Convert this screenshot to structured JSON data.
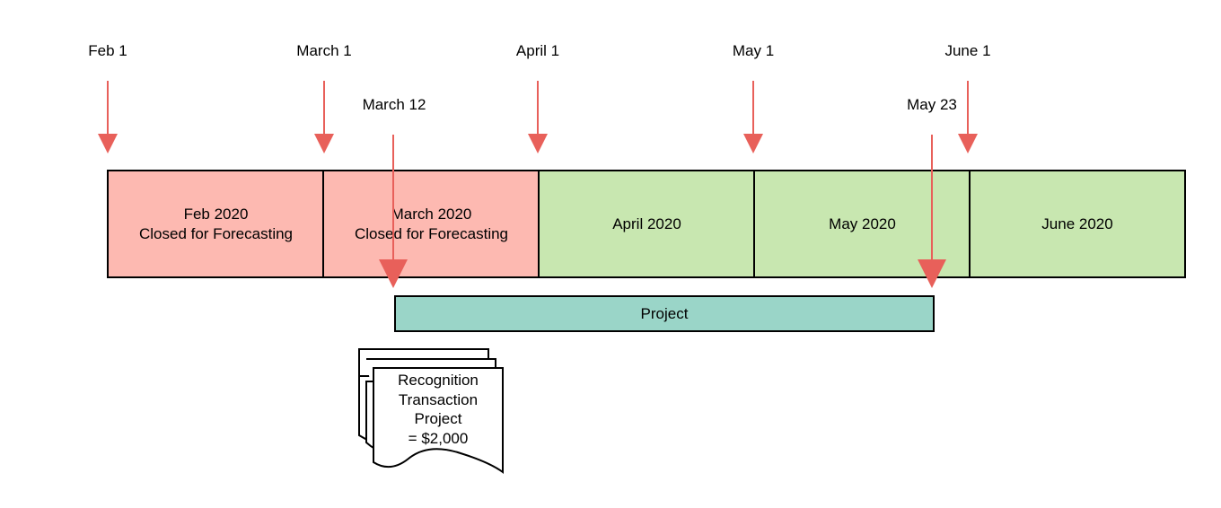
{
  "top_dates": [
    {
      "label": "Feb 1"
    },
    {
      "label": "March 1"
    },
    {
      "label": "April 1"
    },
    {
      "label": "May 1"
    },
    {
      "label": "June 1"
    }
  ],
  "event_dates": [
    {
      "label": "March 12"
    },
    {
      "label": "May 23"
    }
  ],
  "months": [
    {
      "line1": "Feb 2020",
      "line2": "Closed for Forecasting",
      "status": "closed"
    },
    {
      "line1": "March 2020",
      "line2": "Closed for Forecasting",
      "status": "closed"
    },
    {
      "line1": "April 2020",
      "line2": "",
      "status": "open"
    },
    {
      "line1": "May 2020",
      "line2": "",
      "status": "open"
    },
    {
      "line1": "June 2020",
      "line2": "",
      "status": "open"
    }
  ],
  "project": {
    "label": "Project"
  },
  "document": {
    "lines": [
      "Recognition",
      "Transaction",
      "Project",
      "= $2,000"
    ]
  },
  "colors": {
    "arrow": "#e8605a",
    "closed_month": "#fdb9b1",
    "open_month": "#c8e7b0",
    "project": "#9ad5c8"
  }
}
